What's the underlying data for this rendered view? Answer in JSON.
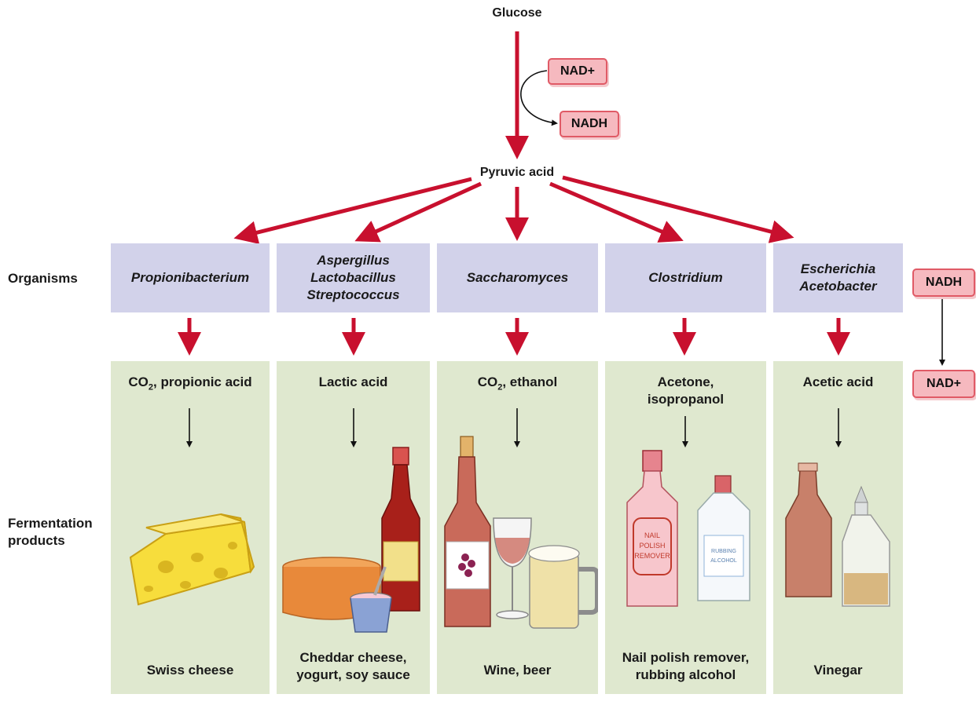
{
  "top": {
    "glucose": "Glucose",
    "nad_plus_label": "NAD+",
    "nadh_label": "NADH",
    "pyruvic_acid": "Pyruvic acid"
  },
  "side_labels": {
    "organisms": "Organisms",
    "fermentation_products": "Fermentation products"
  },
  "regeneration": {
    "nadh_label": "NADH",
    "nad_plus_label": "NAD+"
  },
  "columns": [
    {
      "organisms": "Propionibacterium",
      "product": "CO2, propionic acid",
      "food": "Swiss cheese",
      "illustration": "cheese-icon"
    },
    {
      "organisms": "Aspergillus\nLactobacillus\nStreptococcus",
      "product": "Lactic acid",
      "food": "Cheddar cheese, yogurt, soy sauce",
      "illustration": "cheddar-yogurt-soy-sauce-icon"
    },
    {
      "organisms": "Saccharomyces",
      "product": "CO2, ethanol",
      "food": "Wine, beer",
      "illustration": "wine-beer-icon"
    },
    {
      "organisms": "Clostridium",
      "product": "Acetone, isopropanol",
      "food": "Nail polish remover, rubbing alcohol",
      "illustration": "solvent-bottles-icon"
    },
    {
      "organisms": "Escherichia\nAcetobacter",
      "product": "Acetic acid",
      "food": "Vinegar",
      "illustration": "vinegar-bottles-icon"
    }
  ],
  "colors": {
    "arrow_red": "#c8102e",
    "organism_box": "#d2d2ea",
    "product_box": "#dfe8cf",
    "tag_fill": "#f6b9bf",
    "tag_border": "#e05a66"
  }
}
